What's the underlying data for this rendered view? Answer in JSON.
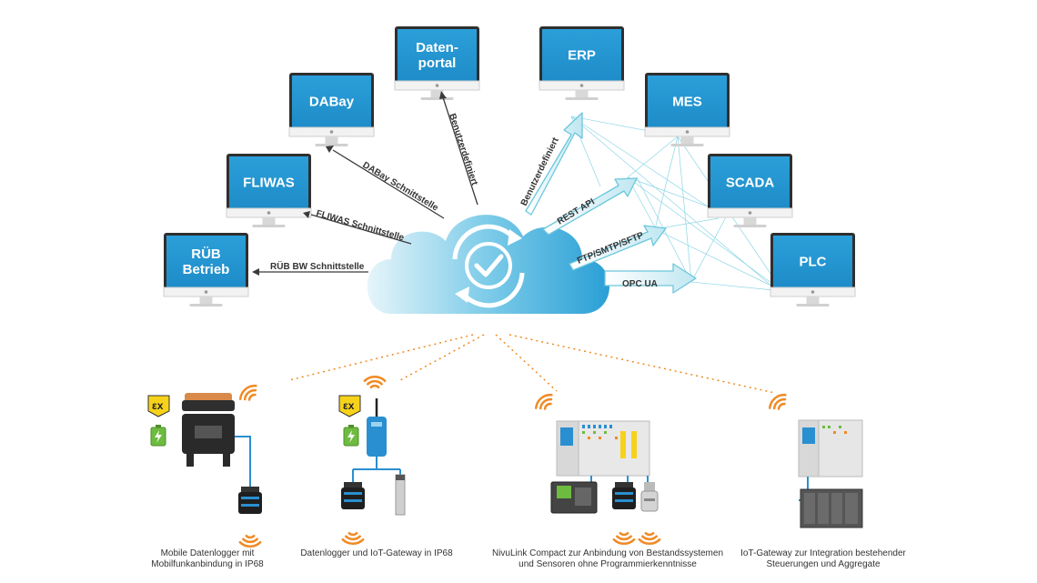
{
  "colors": {
    "screen": "#2b9fd9",
    "screen_light": "#4fb6e6",
    "cloud_light": "#dff1f8",
    "cloud_dark": "#2a9fd6",
    "arrow_dark": "#3a3a3a",
    "arrow_teal": "#6cc7dc",
    "signal": "#f08a24",
    "cable": "#2a8fd0",
    "ex_yellow": "#f7d21a",
    "battery_green": "#6dbb3f"
  },
  "monitors": [
    {
      "id": "rub",
      "label_lines": [
        "RÜB",
        "Betrieb"
      ]
    },
    {
      "id": "fliwas",
      "label_lines": [
        "FLIWAS"
      ]
    },
    {
      "id": "dabay",
      "label_lines": [
        "DABay"
      ]
    },
    {
      "id": "datenportal",
      "label_lines": [
        "Daten-",
        "portal"
      ]
    },
    {
      "id": "erp",
      "label_lines": [
        "ERP"
      ]
    },
    {
      "id": "mes",
      "label_lines": [
        "MES"
      ]
    },
    {
      "id": "scada",
      "label_lines": [
        "SCADA"
      ]
    },
    {
      "id": "plc",
      "label_lines": [
        "PLC"
      ]
    }
  ],
  "arrows_left": {
    "rub": "RÜB BW Schnittstelle",
    "fliwas": "FLIWAS Schnittstelle",
    "dabay": "DABay Schnittstelle",
    "datenportal": "Benutzerdefiniert"
  },
  "arrows_right": {
    "benutzer": "Benutzerdefiniert",
    "rest": "REST API",
    "ftp": "FTP/SMTP/SFTP",
    "opc": "OPC UA"
  },
  "devices": {
    "ex_symbol": "εx",
    "captions": [
      {
        "id": "mobile",
        "lines": [
          "Mobile Datenlogger mit",
          "Mobilfunkanbindung in IP68"
        ]
      },
      {
        "id": "gateway",
        "lines": [
          "Datenlogger und IoT-Gateway in IP68"
        ]
      },
      {
        "id": "nivulink",
        "lines": [
          "NivuLink Compact zur Anbindung von Bestandssystemen",
          "und Sensoren ohne Programmierkenntnisse"
        ]
      },
      {
        "id": "iot",
        "lines": [
          "IoT-Gateway zur Integration bestehender",
          "Steuerungen und Aggregate"
        ]
      }
    ]
  }
}
